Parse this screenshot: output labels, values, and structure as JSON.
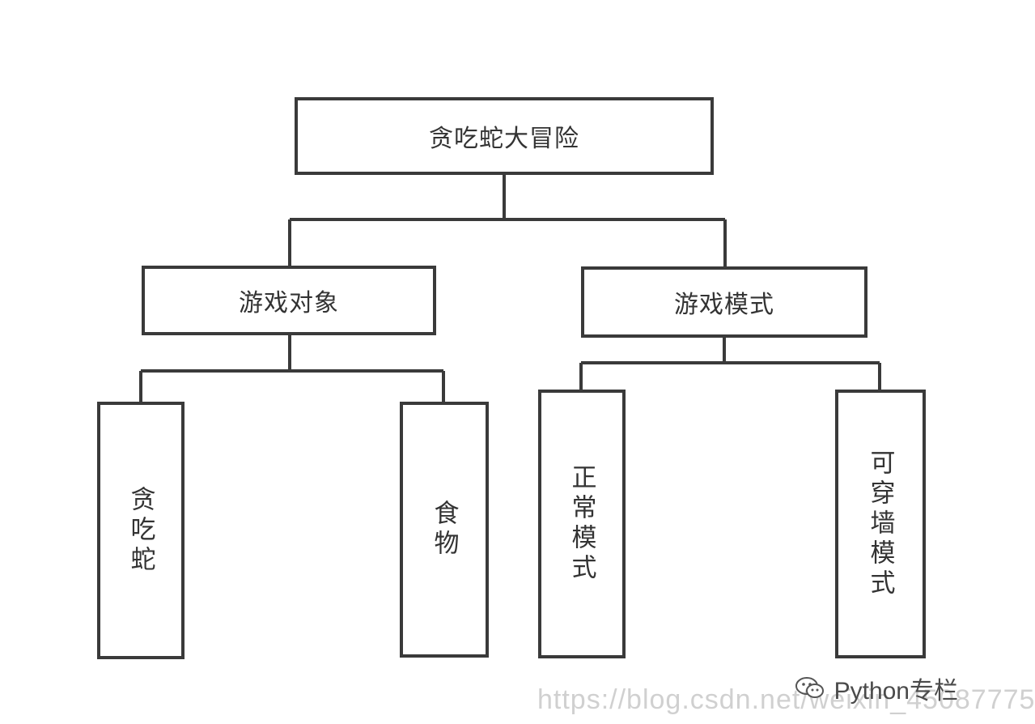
{
  "diagram": {
    "root": {
      "label": "贪吃蛇大冒险"
    },
    "children": [
      {
        "label": "游戏对象"
      },
      {
        "label": "游戏模式"
      }
    ],
    "leaves": [
      {
        "label": "贪吃蛇"
      },
      {
        "label": "食物"
      },
      {
        "label": "正常模式"
      },
      {
        "label": "可穿墙模式"
      }
    ]
  },
  "watermark": {
    "blog_url": "https://blog.csdn.net/weixin_45087775",
    "channel": "Python专栏"
  },
  "colors": {
    "stroke": "#3a3a3a",
    "text": "#333333",
    "background": "#ffffff",
    "watermark": "#aaaaaa"
  }
}
